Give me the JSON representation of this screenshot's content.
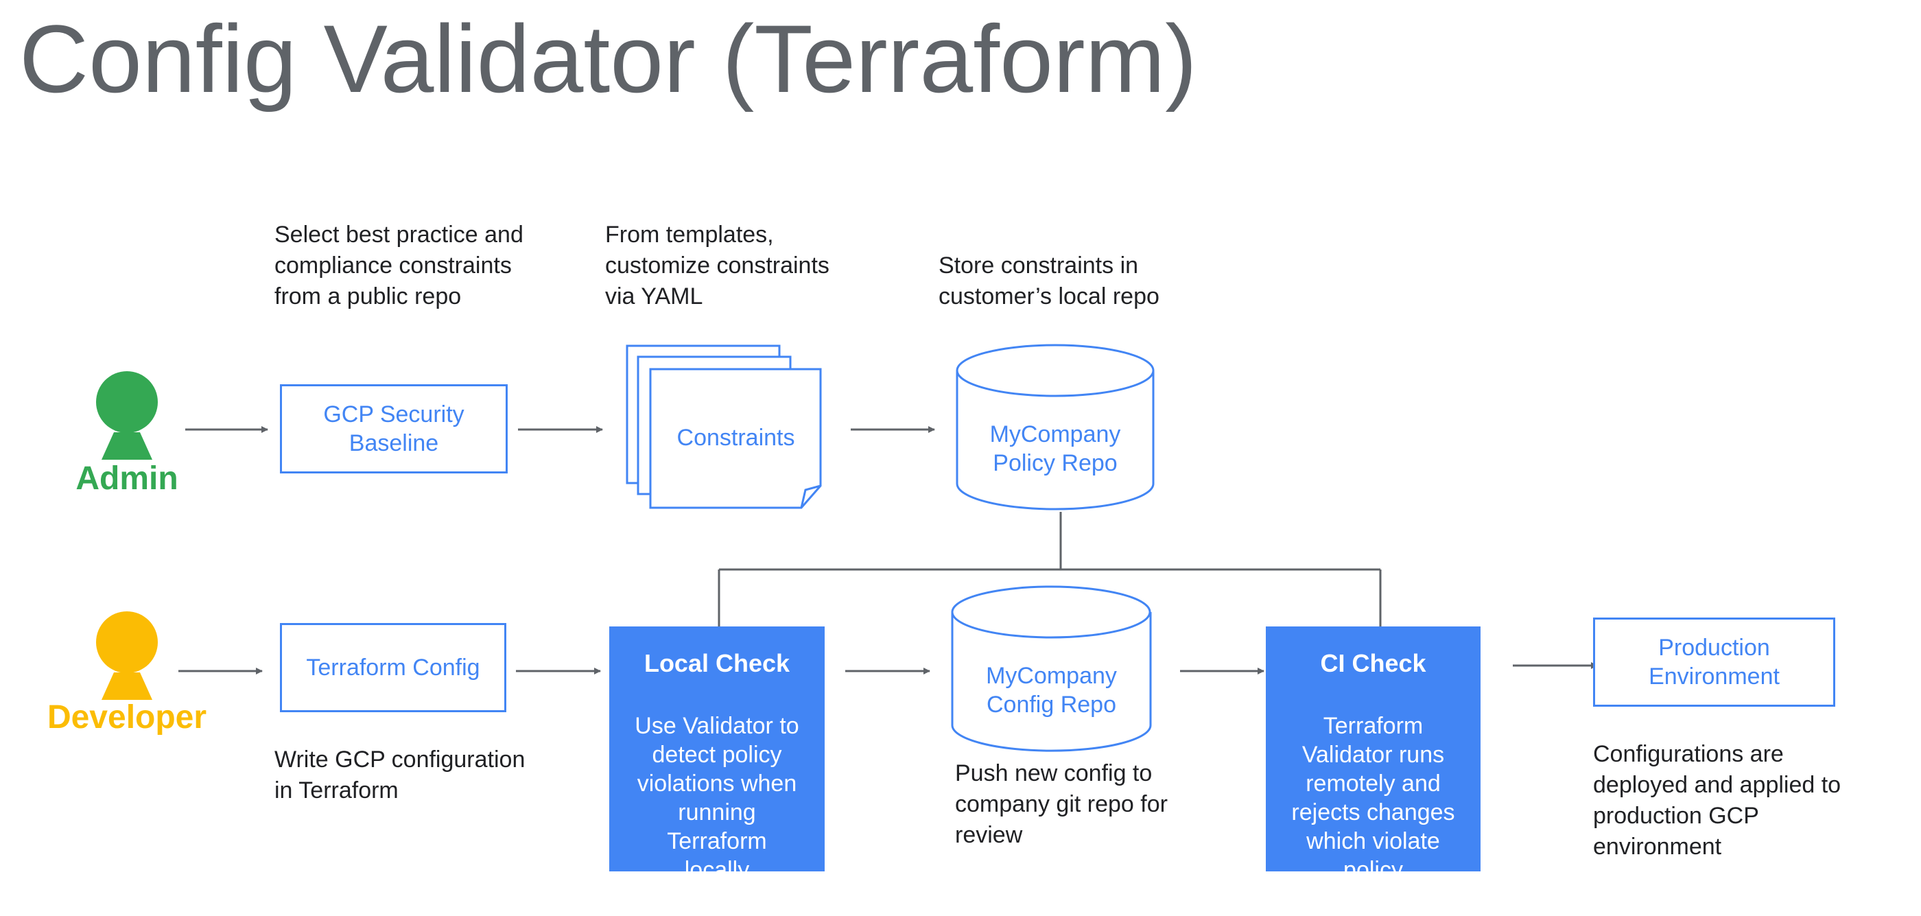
{
  "title": "Config Validator (Terraform)",
  "colors": {
    "accent": "#4285f4",
    "admin": "#34a853",
    "developer": "#fbbc04",
    "arrow": "#5f6368"
  },
  "actors": {
    "admin": {
      "label": "Admin",
      "icon": "admin-person-icon"
    },
    "developer": {
      "label": "Developer",
      "icon": "developer-person-icon"
    }
  },
  "admin_row": {
    "baseline": {
      "label": "GCP Security\nBaseline",
      "caption": "Select best practice and\ncompliance constraints\nfrom a public repo"
    },
    "constraints": {
      "label": "Constraints",
      "caption": "From templates,\ncustomize constraints\nvia YAML"
    },
    "policy_repo": {
      "label": "MyCompany\nPolicy Repo",
      "caption": "Store constraints in\ncustomer’s local repo"
    }
  },
  "developer_row": {
    "terraform_config": {
      "label": "Terraform Config",
      "caption": "Write GCP configuration\nin Terraform"
    },
    "local_check": {
      "heading": "Local Check",
      "body": "Use Validator to\ndetect policy\nviolations when\nrunning\nTerraform\nlocally"
    },
    "config_repo": {
      "label": "MyCompany\nConfig Repo",
      "caption": "Push new config to\ncompany git repo for\nreview"
    },
    "ci_check": {
      "heading": "CI Check",
      "body": "Terraform\nValidator runs\nremotely and\nrejects changes\nwhich violate\npolicy"
    },
    "production": {
      "label": "Production\nEnvironment",
      "caption": "Configurations are\ndeployed and applied to\nproduction GCP\nenvironment"
    }
  }
}
